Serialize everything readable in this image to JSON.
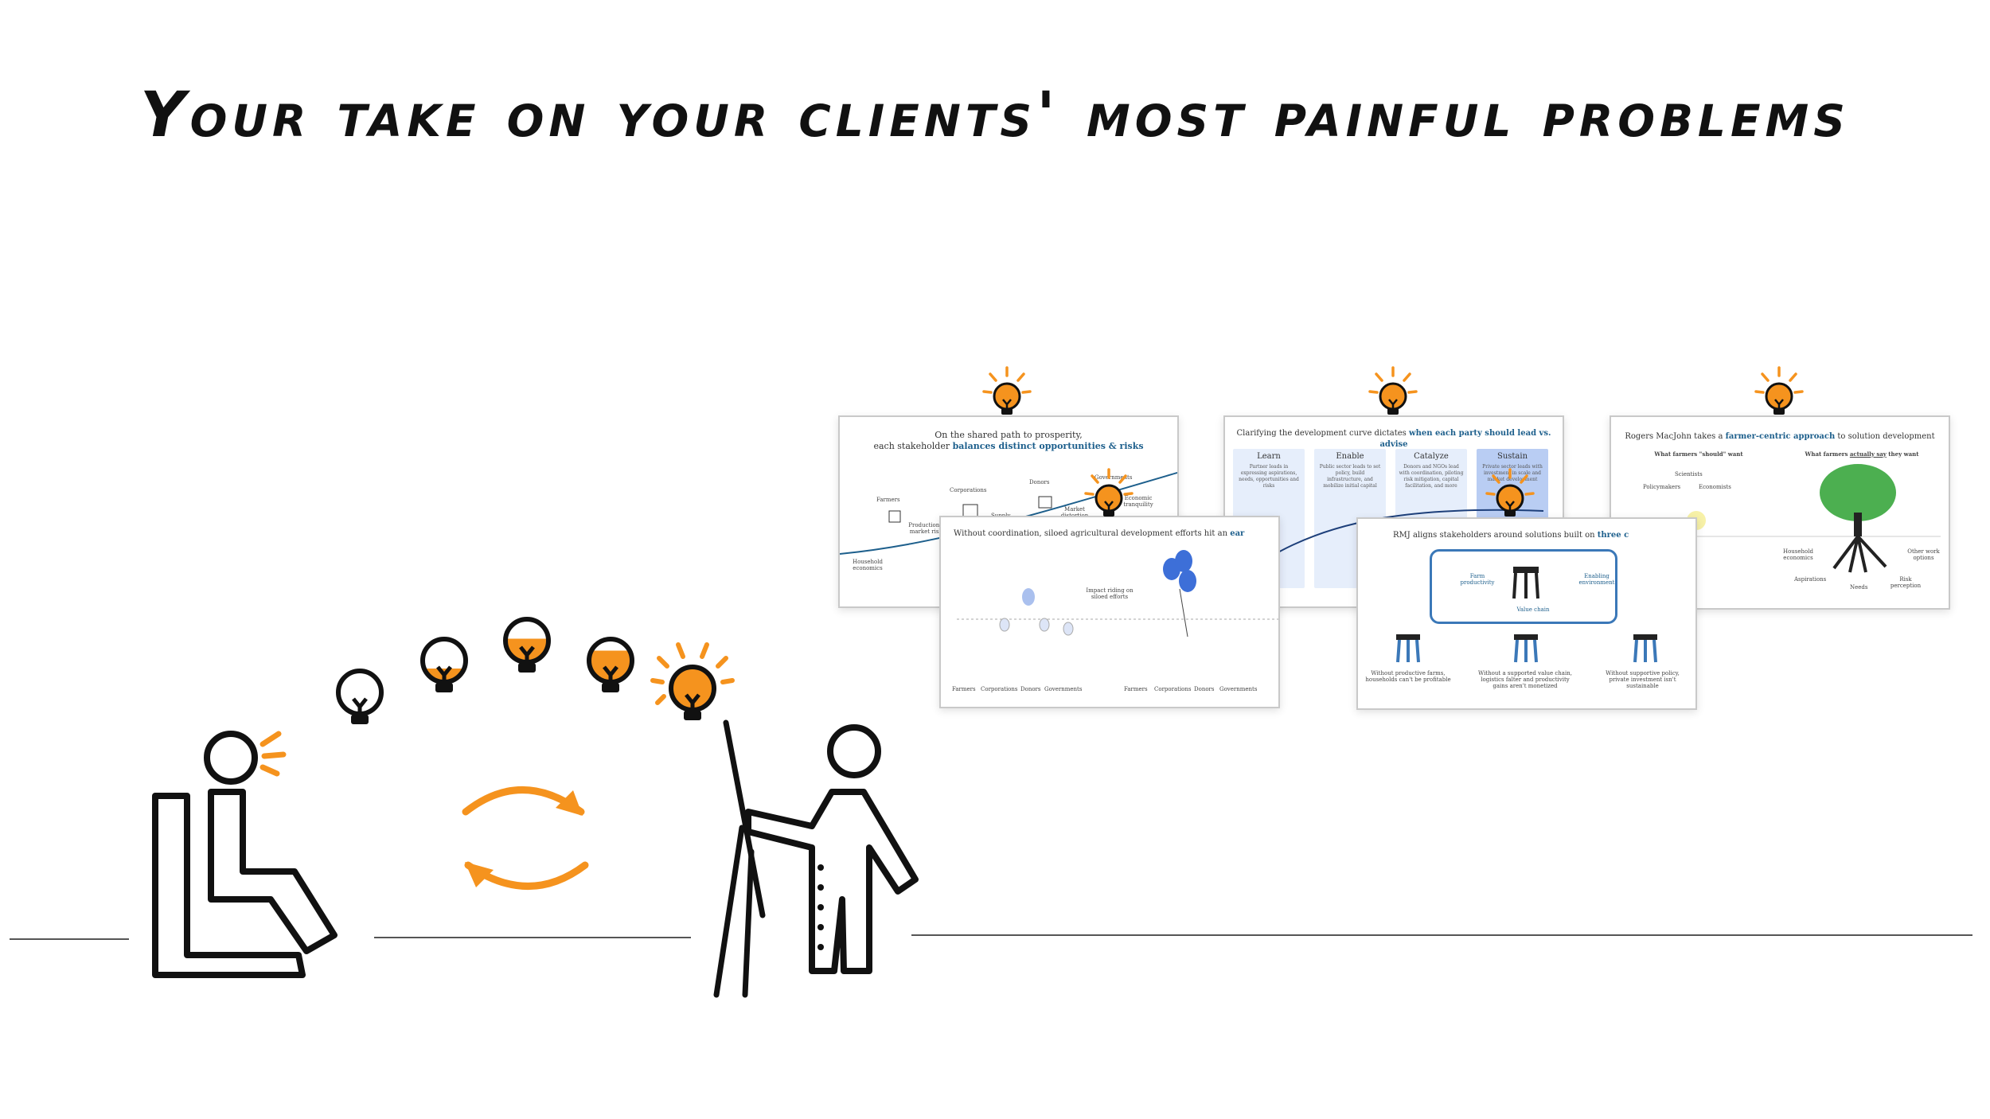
{
  "title": "Your take on your clients' most painful problems",
  "colors": {
    "accent": "#f5931e",
    "line": "#111111",
    "slide_blue": "#1d5f8c",
    "balloon": "#3d6fd8"
  },
  "icons": [
    "light-bulb-icon",
    "seated-person-icon",
    "presenter-icon",
    "easel-icon",
    "exchange-arrows-icon"
  ],
  "bulb_levels": [
    0,
    0.3,
    0.55,
    0.75,
    1
  ],
  "slides": {
    "s1": {
      "heading_line1": "On the shared path to prosperity,",
      "heading_line2_plain": "each stakeholder ",
      "heading_line2_bold": "balances distinct opportunities & risks",
      "labels": [
        "Farmers",
        "Corporations",
        "Donors",
        "Governments"
      ],
      "notes": [
        "Production & market risks",
        "Supply",
        "Market distortion",
        "Economic tranquility",
        "Household economics"
      ]
    },
    "s2": {
      "heading_plain": "Without coordination, siloed agricultural development efforts hit an ",
      "heading_bold": "ear",
      "note": "Impact riding on siloed efforts",
      "actors": [
        "Farmers",
        "Corporations",
        "Donors",
        "Governments",
        "Farmers",
        "Corporations",
        "Donors",
        "Governments"
      ]
    },
    "s3": {
      "heading_plain": "Clarifying the development curve dictates ",
      "heading_bold": "when each party should lead vs. advise",
      "columns": [
        {
          "title": "Learn",
          "desc": "Partner leads in expressing aspirations, needs, opportunities and risks"
        },
        {
          "title": "Enable",
          "desc": "Public sector leads to set policy, build infrastructure, and mobilize initial capital"
        },
        {
          "title": "Catalyze",
          "desc": "Donors and NGOs lead with coordination, piloting risk mitigation, capital facilitation, and more"
        },
        {
          "title": "Sustain",
          "desc": "Private sector leads with investment in scale and market development"
        }
      ]
    },
    "s4": {
      "heading_plain": "RMJ aligns stakeholders around solutions built on ",
      "heading_bold": "three c",
      "items": [
        "Farm productivity",
        "Enabling environment",
        "Value chain"
      ],
      "captions": [
        "Without productive farms, households can't be profitable",
        "Without a supported value chain, logistics falter and productivity gains aren't monetized",
        "Without supportive policy, private investment isn't sustainable"
      ]
    },
    "s5": {
      "heading_plain": "Rogers MacJohn takes a ",
      "heading_bold": "farmer-centric approach",
      "heading_end": " to solution development",
      "left_title": "What farmers \"should\" want",
      "right_title_plain": "What farmers ",
      "right_title_bold": "actually say",
      "right_title_end": " they want",
      "left_labels": [
        "Scientists",
        "Policymakers",
        "Economists"
      ],
      "right_labels": [
        "Household economics",
        "Aspirations",
        "Needs",
        "Risk perception",
        "Other work options"
      ]
    }
  }
}
